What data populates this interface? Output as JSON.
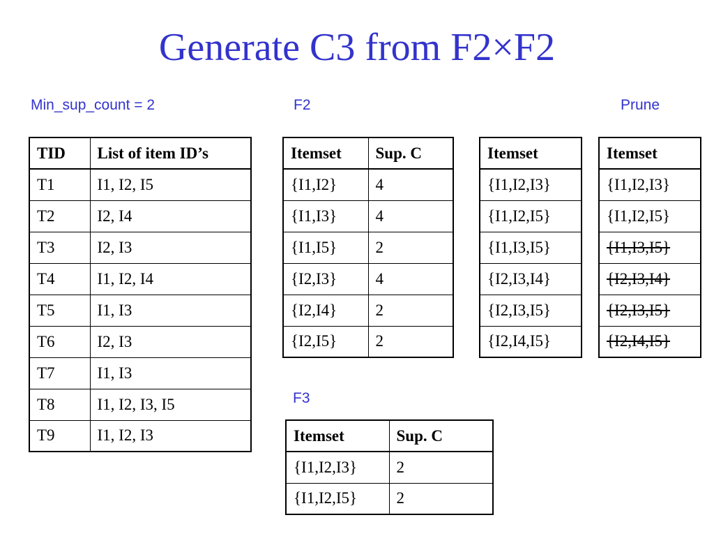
{
  "title": "Generate C3 from F2×F2",
  "captions": {
    "min_sup": "Min_sup_count = 2",
    "f2": "F2",
    "prune": "Prune",
    "f3": "F3"
  },
  "transactions": {
    "headers": [
      "TID",
      "List of item ID’s"
    ],
    "rows": [
      [
        "T1",
        "I1, I2, I5"
      ],
      [
        "T2",
        "I2, I4"
      ],
      [
        "T3",
        "I2, I3"
      ],
      [
        "T4",
        "I1, I2, I4"
      ],
      [
        "T5",
        "I1, I3"
      ],
      [
        "T6",
        "I2, I3"
      ],
      [
        "T7",
        "I1, I3"
      ],
      [
        "T8",
        "I1, I2, I3, I5"
      ],
      [
        "T9",
        "I1, I2, I3"
      ]
    ]
  },
  "f2_table": {
    "headers": [
      "Itemset",
      "Sup. C"
    ],
    "rows": [
      [
        "{I1,I2}",
        "4"
      ],
      [
        "{I1,I3}",
        "4"
      ],
      [
        "{I1,I5}",
        "2"
      ],
      [
        "{I2,I3}",
        "4"
      ],
      [
        "{I2,I4}",
        "2"
      ],
      [
        "{I2,I5}",
        "2"
      ]
    ]
  },
  "c3_table": {
    "header": "Itemset",
    "rows": [
      "{I1,I2,I3}",
      "{I1,I2,I5}",
      "{I1,I3,I5}",
      "{I2,I3,I4}",
      "{I2,I3,I5}",
      "{I2,I4,I5}"
    ]
  },
  "prune_table": {
    "header": "Itemset",
    "rows": [
      {
        "label": "{I1,I2,I3}",
        "struck": false
      },
      {
        "label": "{I1,I2,I5}",
        "struck": false
      },
      {
        "label": "{I1,I3,I5}",
        "struck": true
      },
      {
        "label": "{I2,I3,I4}",
        "struck": true
      },
      {
        "label": "{I2,I3,I5}",
        "struck": true
      },
      {
        "label": "{I2,I4,I5}",
        "struck": true
      }
    ]
  },
  "f3_table": {
    "headers": [
      "Itemset",
      "Sup. C"
    ],
    "rows": [
      [
        "{I1,I2,I3}",
        "2"
      ],
      [
        "{I1,I2,I5}",
        "2"
      ]
    ]
  },
  "colors": {
    "title": "#3333cc",
    "caption": "#3333cc",
    "border": "#000000"
  }
}
